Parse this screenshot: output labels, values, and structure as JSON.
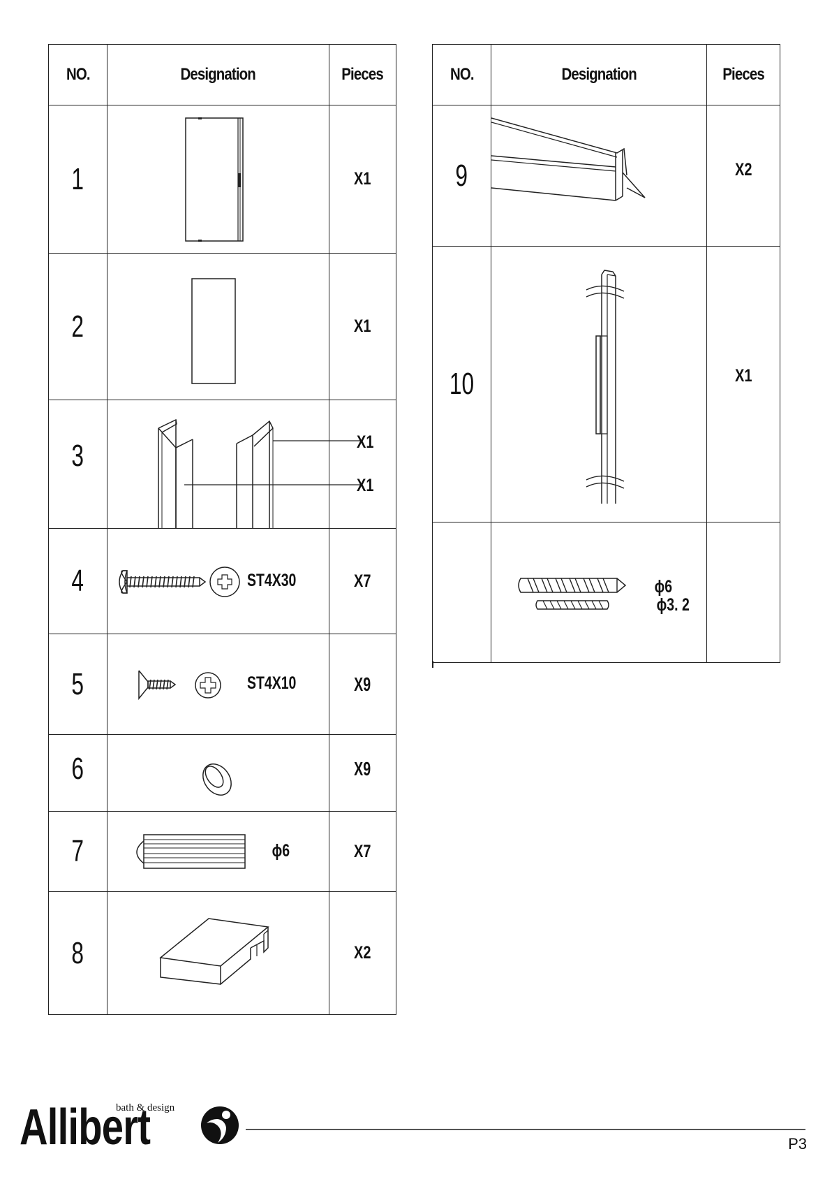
{
  "table_headers": {
    "no": "NO.",
    "designation": "Designation",
    "pieces": "Pieces"
  },
  "rows_left": [
    {
      "no": "1",
      "pieces": "X1"
    },
    {
      "no": "2",
      "pieces": "X1"
    },
    {
      "no": "3",
      "pieces_a": "X1",
      "pieces_b": "X1"
    },
    {
      "no": "4",
      "label": "ST4X30",
      "pieces": "X7"
    },
    {
      "no": "5",
      "label": "ST4X10",
      "pieces": "X9"
    },
    {
      "no": "6",
      "pieces": "X9"
    },
    {
      "no": "7",
      "label": "ϕ6",
      "pieces": "X7"
    },
    {
      "no": "8",
      "pieces": "X2"
    }
  ],
  "rows_right": [
    {
      "no": "9",
      "pieces": "X2"
    },
    {
      "no": "10",
      "pieces": "X1"
    },
    {
      "no": "",
      "label_a": "ϕ6",
      "label_b": "ϕ3. 2",
      "pieces": ""
    }
  ],
  "footer": {
    "brand": "Allibert",
    "tagline": "bath & design",
    "page": "P3"
  }
}
